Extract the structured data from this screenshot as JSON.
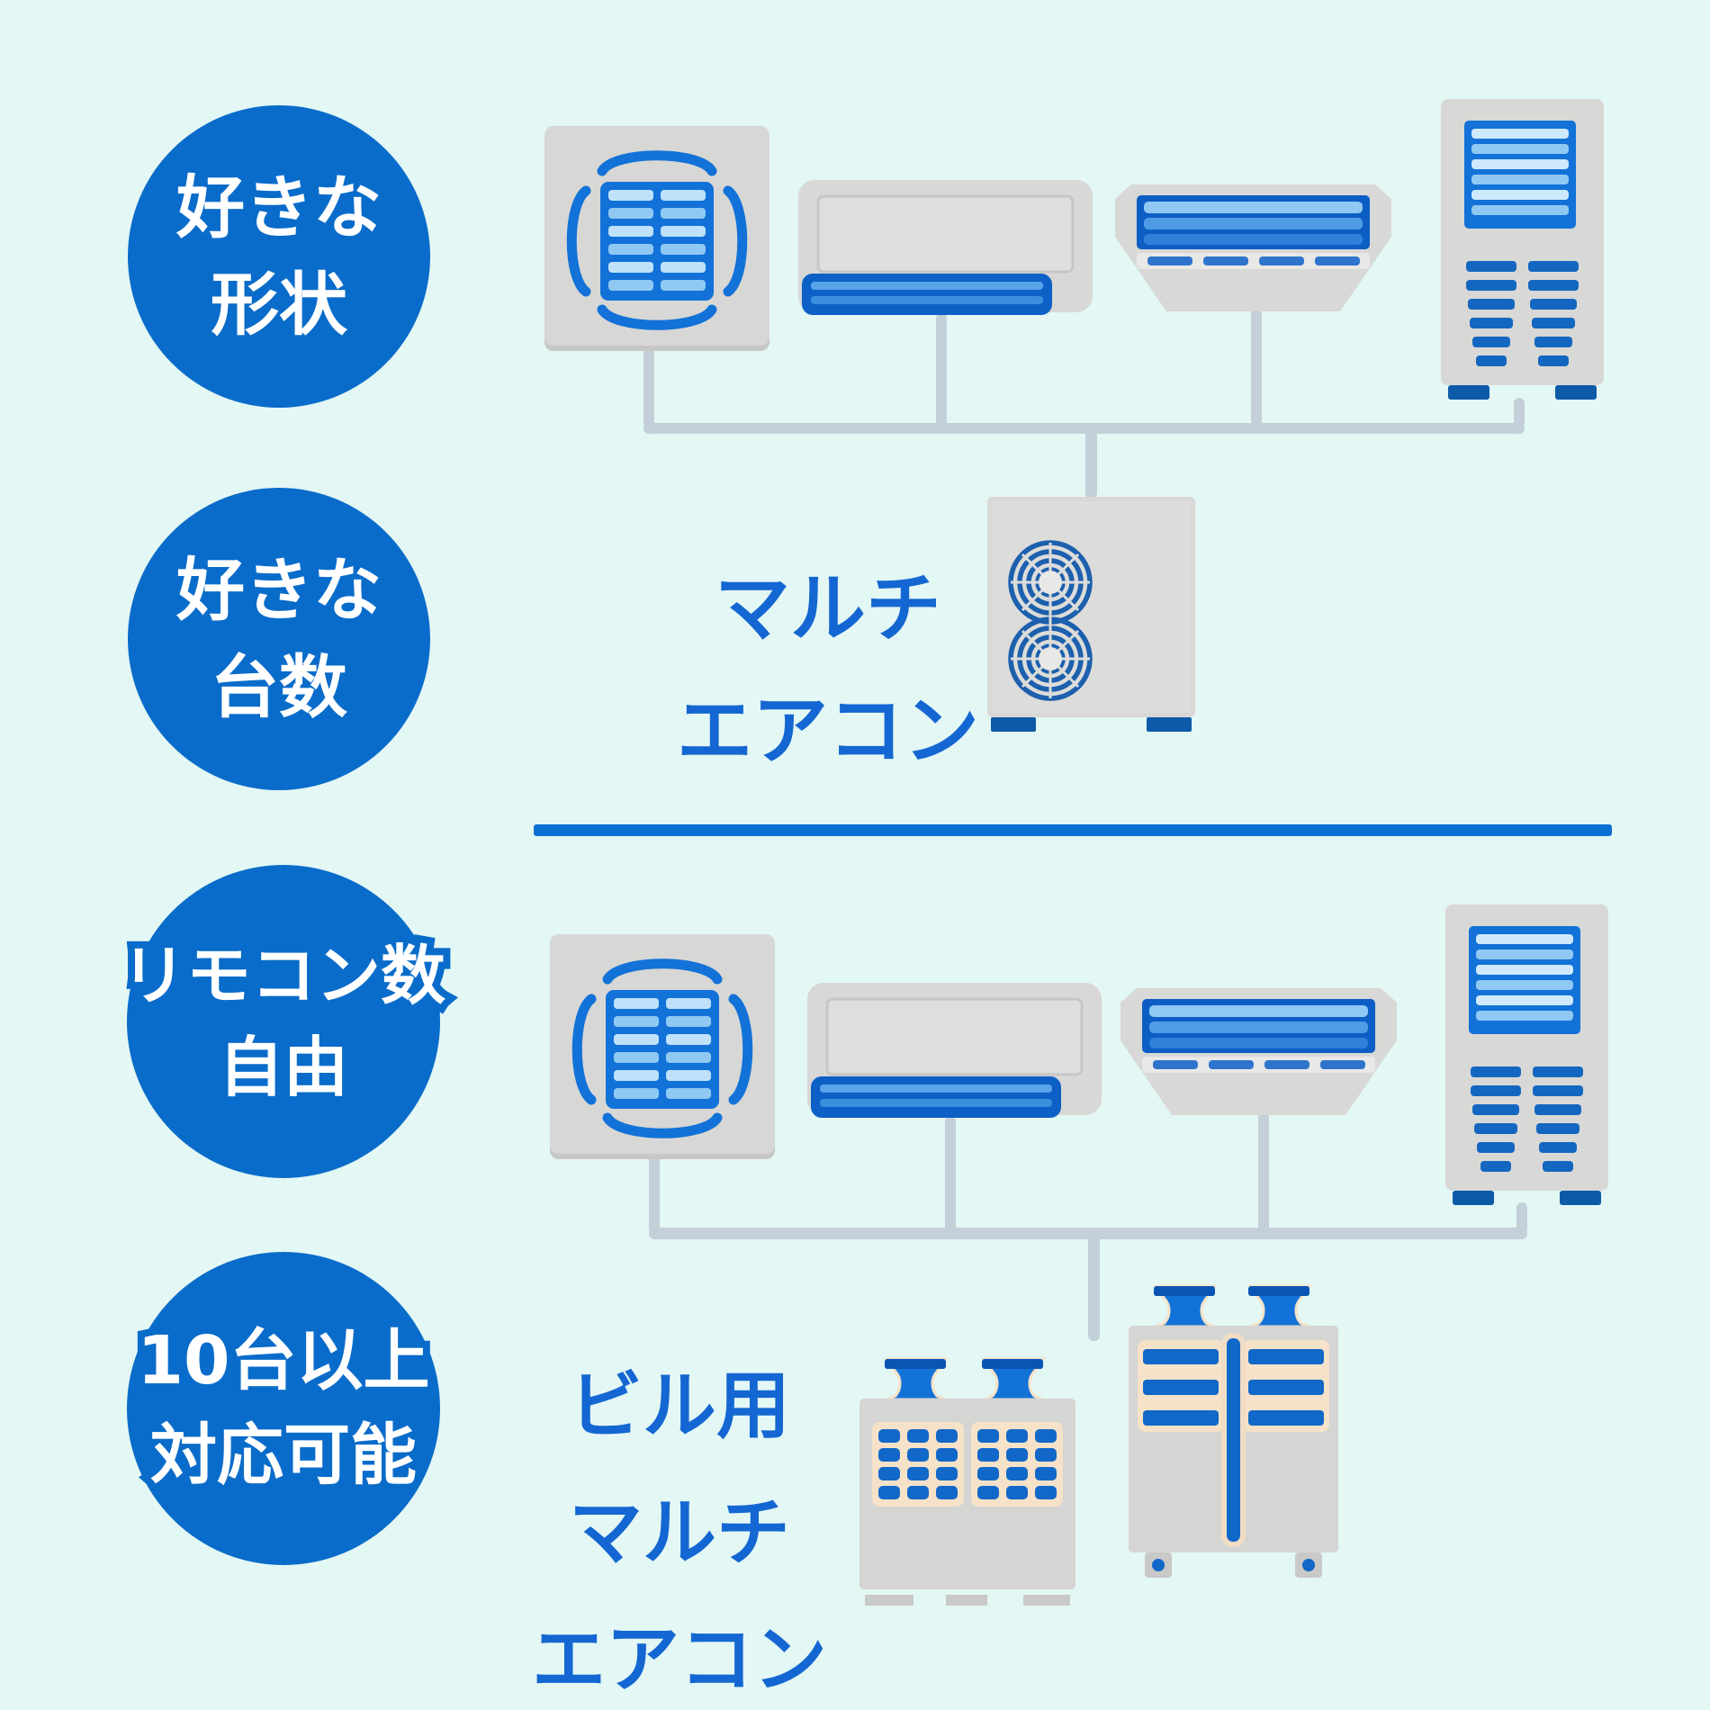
{
  "page": {
    "background": "#e3f7f4",
    "type": "multi-split-air-conditioner-infographic"
  },
  "colors": {
    "badge_blue": "#0a6cca",
    "label_text_blue": "#1467d2",
    "divider_blue": "#0b6fd2",
    "grille_blue": "#1272d8",
    "slat_light_blue": "#a6d7f7",
    "dark_blue": "#0d5aa8",
    "unit_gray": "#d7d7d5",
    "line_gray": "#c4d0d9",
    "beige": "#f5e2c8",
    "background": "#e3f7f4",
    "text_white": "#ffffff"
  },
  "features": [
    {
      "lines": [
        "好きな",
        "形状"
      ]
    },
    {
      "lines": [
        "好きな",
        "台数"
      ]
    },
    {
      "lines": [
        "リモコン数",
        "自由"
      ]
    },
    {
      "lines": [
        "10台以上",
        "対応可能"
      ]
    }
  ],
  "top_diagram": {
    "indoor_units": [
      "ceiling-cassette",
      "wall-mounted",
      "ceiling-suspended",
      "floor-standing"
    ],
    "outdoor_label": {
      "lines": [
        "マルチ",
        "エアコン"
      ]
    }
  },
  "bottom_diagram": {
    "indoor_units": [
      "ceiling-cassette",
      "wall-mounted",
      "ceiling-suspended",
      "floor-standing"
    ],
    "outdoor_label": {
      "lines": [
        "ビル用",
        "マルチ",
        "エアコン"
      ]
    }
  }
}
